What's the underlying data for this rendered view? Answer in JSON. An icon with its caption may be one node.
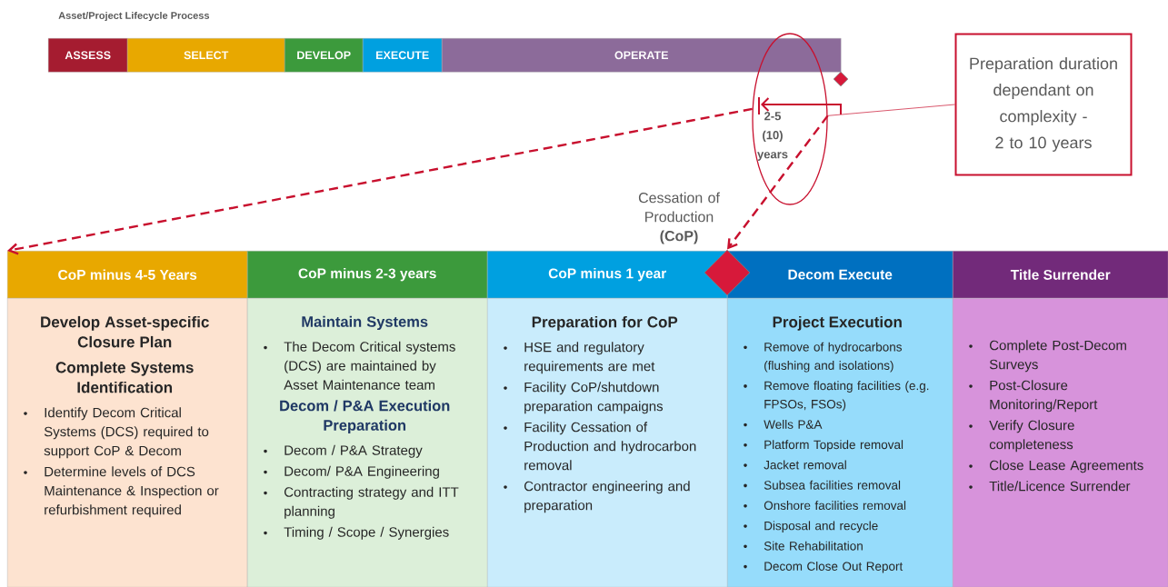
{
  "diagram": {
    "title": "Asset/Project Lifecycle Process",
    "nodes": [
      {
        "text": [
          "ASSESS"
        ]
      },
      {
        "text": [
          "SELECT"
        ]
      },
      {
        "text": [
          "DEVELOP"
        ]
      },
      {
        "text": [
          "EXECUTE"
        ]
      },
      {
        "text": [
          "OPERATE"
        ]
      },
      {
        "text": [],
        "shape": "diamond"
      },
      {
        "text": [
          "2-5 (10) years"
        ]
      },
      {
        "text": [
          "Preparation duration dependant on complexity - 2 to 10 years"
        ]
      },
      {
        "text": [
          "CoP minus 4-5 Years"
        ]
      },
      {
        "text": [
          "Develop Asset-specific Closure Plan",
          "Complete Systems Identification",
          "Identify Decom Critical Systems (DCS) required to support CoP & Decom",
          "Determine levels of DCS Maintenance & Inspection or refurbishment required"
        ]
      },
      {
        "text": [
          "CoP minus 2-3 years"
        ]
      },
      {
        "text": [
          "Maintain Systems",
          "The Decom Critical systems (DCS) are maintained by Asset Maintenance team",
          "Decom / P&A Execution Preparation",
          "Decom / P&A Strategy",
          "Decom/ P&A Engineering",
          "Contracting strategy and ITT planning",
          "Timing / Scope / Synergies"
        ]
      },
      {
        "text": [
          "CoP minus 1 year"
        ]
      },
      {
        "text": [
          "Preparation for CoP",
          "HSE and regulatory requirements are met",
          "Facility CoP/shutdown preparation campaigns",
          "Facility  Cessation of Production and hydrocarbon removal",
          "Contractor engineering and preparation"
        ]
      },
      {
        "text": [
          "Decom Execute"
        ]
      },
      {
        "text": [
          "Project Execution",
          "Remove of hydrocarbons (flushing and isolations)",
          "Remove floating facilities (e.g. FPSOs, FSOs)",
          "Wells P&A",
          "Platform Topside removal",
          "Jacket removal",
          "Subsea facilities removal",
          "Onshore facilities removal",
          "Disposal and recycle",
          "Site Rehabilitation",
          "Decom Close Out Report"
        ]
      },
      {
        "text": [
          "Title Surrender"
        ]
      },
      {
        "text": [
          "Complete Post-Decom Surveys",
          "Post-Closure Monitoring/Report",
          "Verify Closure completeness",
          "Close Lease Agreements",
          "Title/Licence Surrender"
        ]
      },
      {
        "text": [],
        "shape": "diamond",
        "beside": [
          "Cessation of Production **(CoP)**"
        ]
      }
    ],
    "edges": [
      {
        "from": 6,
        "to": 8,
        "arrow": "to",
        "style": "dashed"
      },
      {
        "from": 6,
        "to": 18,
        "arrow": "to",
        "style": "dashed"
      },
      {
        "from": 7,
        "to": 6,
        "arrow": "none"
      }
    ]
  }
}
